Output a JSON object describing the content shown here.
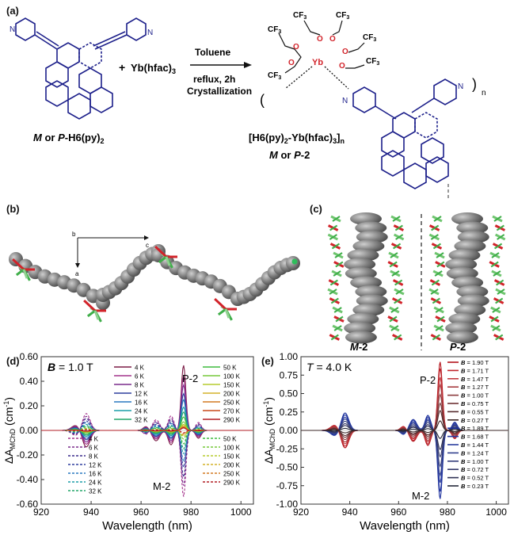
{
  "panels": {
    "a": "(a)",
    "b": "(b)",
    "c": "(c)",
    "d": "(d)",
    "e": "(e)"
  },
  "scheme": {
    "reactant_label_prefix": "M",
    "reactant_label_mid": " or ",
    "reactant_label_prefix2": "P",
    "reactant_label_suffix": "-H6(py)",
    "reactant_label_sub": "2",
    "plus": "+",
    "reagent": "Yb(hfac)",
    "reagent_sub": "3",
    "solvent": "Toluene",
    "cond1": "reflux, 2h",
    "cond2": "Crystallization",
    "product_line1": "[H6(py)",
    "product_sub1": "2",
    "product_mid": "-Yb(hfac)",
    "product_sub2": "3",
    "product_end": "]",
    "product_sub3": "n",
    "product_line2_m": "M",
    "product_line2_mid": " or ",
    "product_line2_p": "P",
    "product_line2_end": "-2",
    "cf3": "CF",
    "cf3_sub": "3",
    "o_atom": "O",
    "yb_atom": "Yb",
    "n_atom": "N",
    "n_sub": "n"
  },
  "crystal": {
    "axis_b": "b",
    "axis_c": "c",
    "axis_a": "a",
    "label_m": "M",
    "label_m_suffix": "-2",
    "label_p": "P",
    "label_p_suffix": "-2"
  },
  "colors": {
    "structure": "#1c1f8a",
    "oxygen": "#d2232a"
  },
  "chart_data": [
    {
      "type": "line",
      "panel": "(d)",
      "annotation_field_sym": "B",
      "annotation_field_val": " = 1.0 T",
      "xlabel": "Wavelength (nm)",
      "ylabel_prefix": "ΔA",
      "ylabel_sub": "MChD",
      "ylabel_units": " (cm",
      "ylabel_sup": "-1",
      "ylabel_close": ")",
      "xlim": [
        920,
        1005
      ],
      "ylim": [
        -0.6,
        0.6
      ],
      "xticks": [
        "920",
        "940",
        "960",
        "980",
        "1000"
      ],
      "yticks": [
        "0.60",
        "0.40",
        "0.20",
        "0.00",
        "-0.20",
        "-0.40",
        "-0.60"
      ],
      "label_p": "P-2",
      "label_m": "M-2",
      "legend_solid": [
        {
          "label": "4 K",
          "color": "#7b1c45",
          "amp": 0.53
        },
        {
          "label": "6 K",
          "color": "#a4338c",
          "amp": 0.44
        },
        {
          "label": "8 K",
          "color": "#7a2c8c",
          "amp": 0.37
        },
        {
          "label": "12 K",
          "color": "#2e3f9e",
          "amp": 0.3
        },
        {
          "label": "16 K",
          "color": "#2a79c0",
          "amp": 0.25
        },
        {
          "label": "24 K",
          "color": "#1b9da8",
          "amp": 0.19
        },
        {
          "label": "32 K",
          "color": "#24a56a",
          "amp": 0.15
        },
        {
          "label": "50 K",
          "color": "#3fbb3f",
          "amp": 0.11
        },
        {
          "label": "100 K",
          "color": "#77c93a",
          "amp": 0.07
        },
        {
          "label": "150 K",
          "color": "#b5cc2e",
          "amp": 0.05
        },
        {
          "label": "200 K",
          "color": "#d4b22a",
          "amp": 0.04
        },
        {
          "label": "250 K",
          "color": "#d47a22",
          "amp": 0.03
        },
        {
          "label": "270 K",
          "color": "#c84a1c",
          "amp": 0.025
        },
        {
          "label": "290 K",
          "color": "#b21e24",
          "amp": 0.02
        }
      ],
      "legend_dashed": [
        {
          "label": "4 K",
          "color": "#a4338c",
          "amp": -0.54
        },
        {
          "label": "6 K",
          "color": "#7a2c8c",
          "amp": -0.45
        },
        {
          "label": "8 K",
          "color": "#3a2c8c",
          "amp": -0.38
        },
        {
          "label": "12 K",
          "color": "#2e3f9e",
          "amp": -0.3
        },
        {
          "label": "16 K",
          "color": "#2a79c0",
          "amp": -0.25
        },
        {
          "label": "24 K",
          "color": "#1b9da8",
          "amp": -0.19
        },
        {
          "label": "32 K",
          "color": "#24a56a",
          "amp": -0.15
        },
        {
          "label": "50 K",
          "color": "#3fbb3f",
          "amp": -0.11
        },
        {
          "label": "100 K",
          "color": "#77c93a",
          "amp": -0.07
        },
        {
          "label": "150 K",
          "color": "#b5cc2e",
          "amp": -0.05
        },
        {
          "label": "200 K",
          "color": "#d4b22a",
          "amp": -0.04
        },
        {
          "label": "250 K",
          "color": "#d47a22",
          "amp": -0.03
        },
        {
          "label": "290 K",
          "color": "#b21e24",
          "amp": -0.02
        }
      ]
    },
    {
      "type": "line",
      "panel": "(e)",
      "annotation_temp_sym": "T",
      "annotation_temp_val": " = 4.0 K",
      "xlabel": "Wavelength (nm)",
      "ylabel_prefix": "ΔA",
      "ylabel_sub": "MChD",
      "ylabel_units": " (cm",
      "ylabel_sup": "-1",
      "ylabel_close": ")",
      "xlim": [
        920,
        1005
      ],
      "ylim": [
        -1.0,
        1.0
      ],
      "xticks": [
        "920",
        "940",
        "960",
        "980",
        "1000"
      ],
      "yticks": [
        "1.00",
        "0.75",
        "0.50",
        "0.25",
        "0.00",
        "-0.25",
        "-0.50",
        "-0.75",
        "-1.00"
      ],
      "label_p": "P-2",
      "label_m": "M-2",
      "legend_red": [
        {
          "sym": "B",
          "val": " = 1.90 T",
          "color": "#b4141c",
          "amp": 0.93
        },
        {
          "sym": "B",
          "val": " = 1.71 T",
          "color": "#c0262d",
          "amp": 0.84
        },
        {
          "sym": "B",
          "val": " = 1.47 T",
          "color": "#c23a3f",
          "amp": 0.72
        },
        {
          "sym": "B",
          "val": " = 1.27 T",
          "color": "#a63a3e",
          "amp": 0.62
        },
        {
          "sym": "B",
          "val": " = 1.00 T",
          "color": "#8b3a3c",
          "amp": 0.49
        },
        {
          "sym": "B",
          "val": " = 0.75 T",
          "color": "#6e3234",
          "amp": 0.37
        },
        {
          "sym": "B",
          "val": " = 0.55 T",
          "color": "#552b2d",
          "amp": 0.27
        },
        {
          "sym": "B",
          "val": " = 0.27 T",
          "color": "#3a2526",
          "amp": 0.13
        }
      ],
      "legend_blue": [
        {
          "sym": "B",
          "val": " = 1.89 T",
          "color": "#1a2e9c",
          "amp": -0.93
        },
        {
          "sym": "B",
          "val": " = 1.68 T",
          "color": "#22369f",
          "amp": -0.83
        },
        {
          "sym": "B",
          "val": " = 1.44 T",
          "color": "#2c3f9e",
          "amp": -0.71
        },
        {
          "sym": "B",
          "val": " = 1.24 T",
          "color": "#33418e",
          "amp": -0.61
        },
        {
          "sym": "B",
          "val": " = 1.00 T",
          "color": "#353f7c",
          "amp": -0.49
        },
        {
          "sym": "B",
          "val": " = 0.72 T",
          "color": "#34396a",
          "amp": -0.36
        },
        {
          "sym": "B",
          "val": " = 0.52 T",
          "color": "#2e3154",
          "amp": -0.26
        },
        {
          "sym": "B",
          "val": " = 0.23 T",
          "color": "#25283a",
          "amp": -0.11
        }
      ]
    }
  ]
}
